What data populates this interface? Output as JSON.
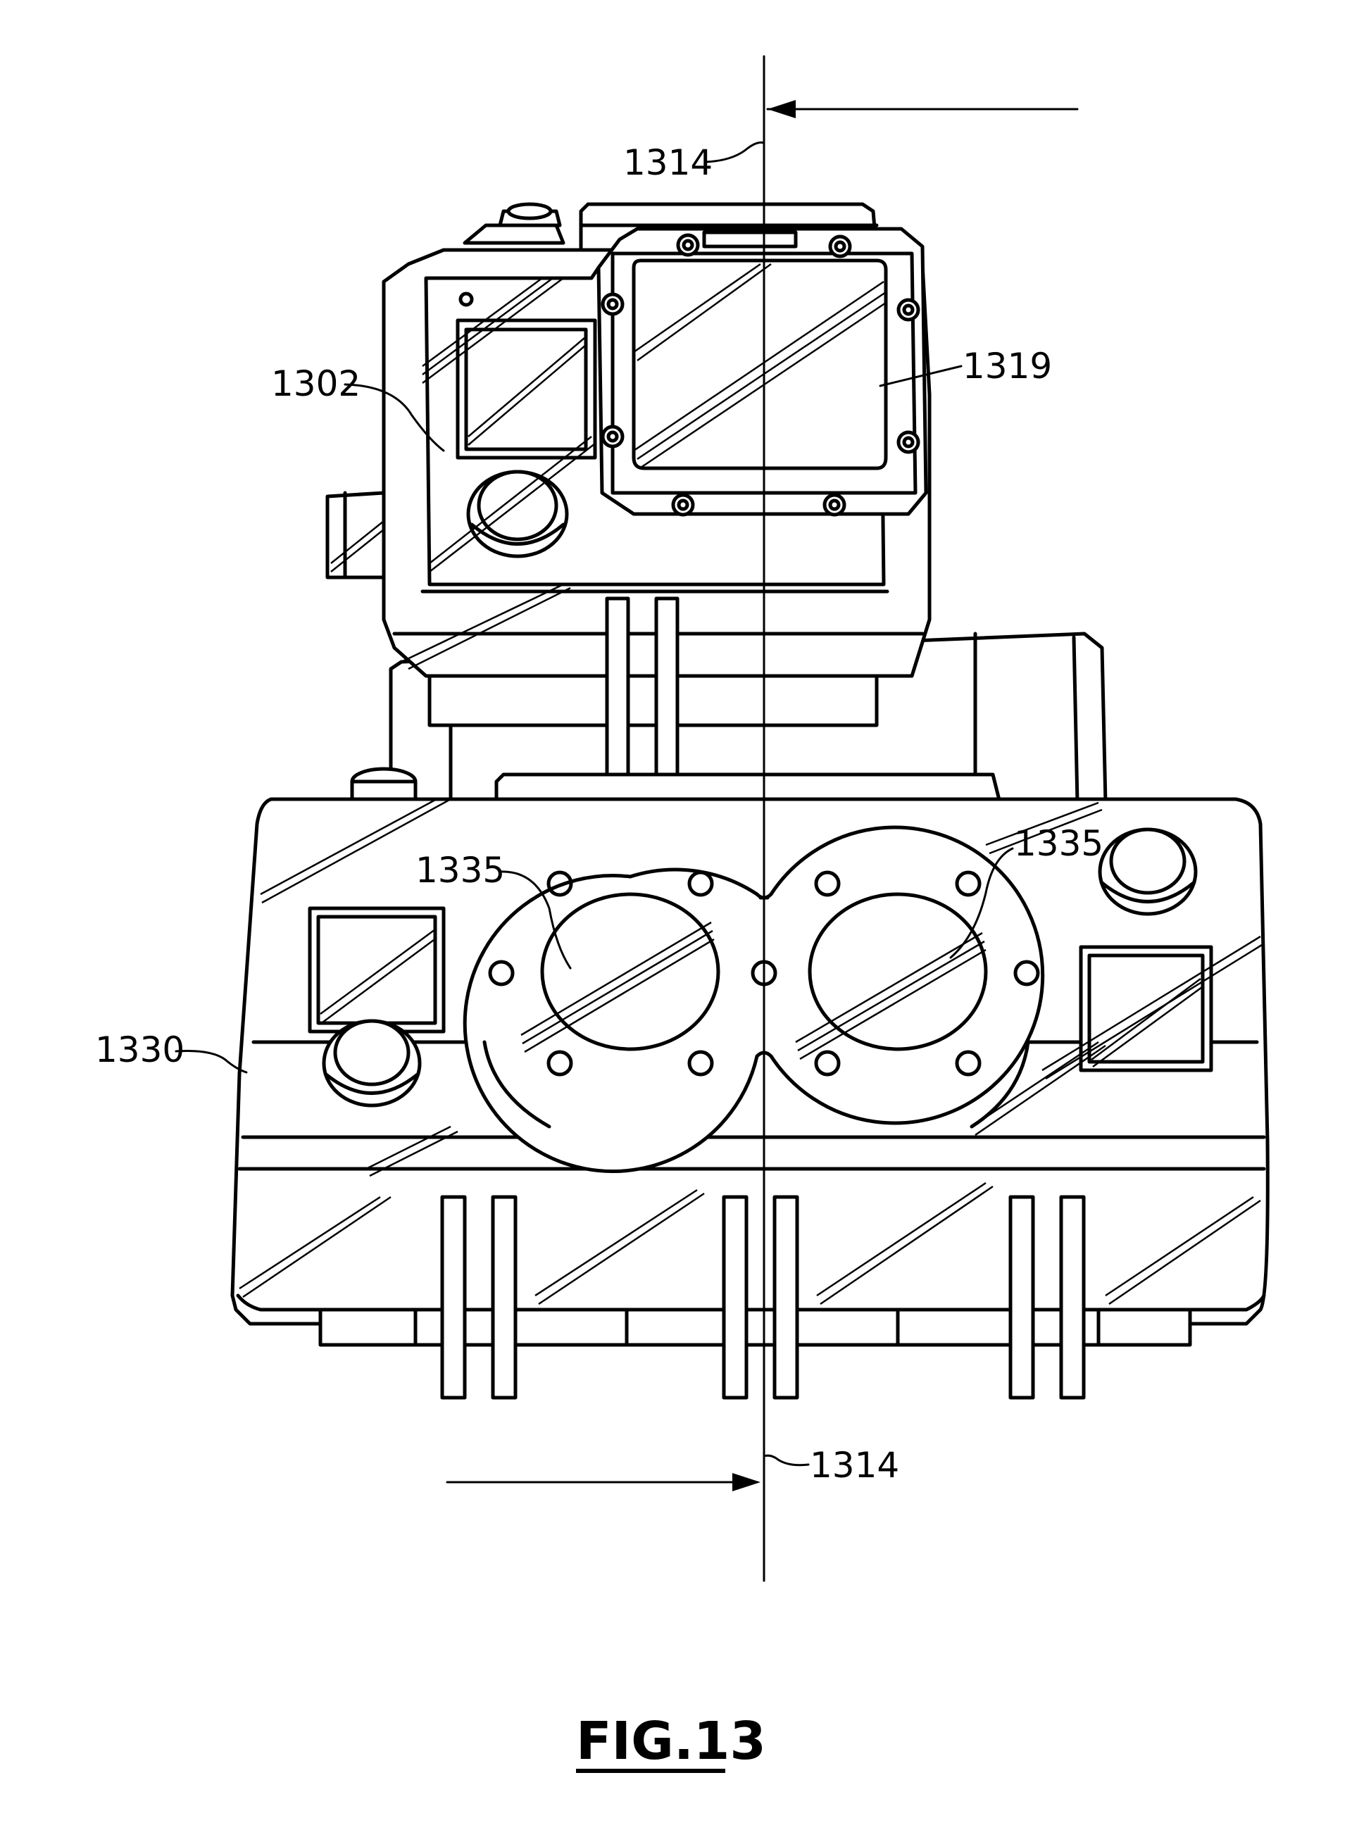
{
  "figure": {
    "caption": "FIG.13",
    "labels": {
      "section_top": "1314",
      "section_bottom": "1314",
      "upper_housing": "1302",
      "window_cover": "1319",
      "lower_housing": "1330",
      "port_left": "1335",
      "port_right": "1335"
    }
  }
}
